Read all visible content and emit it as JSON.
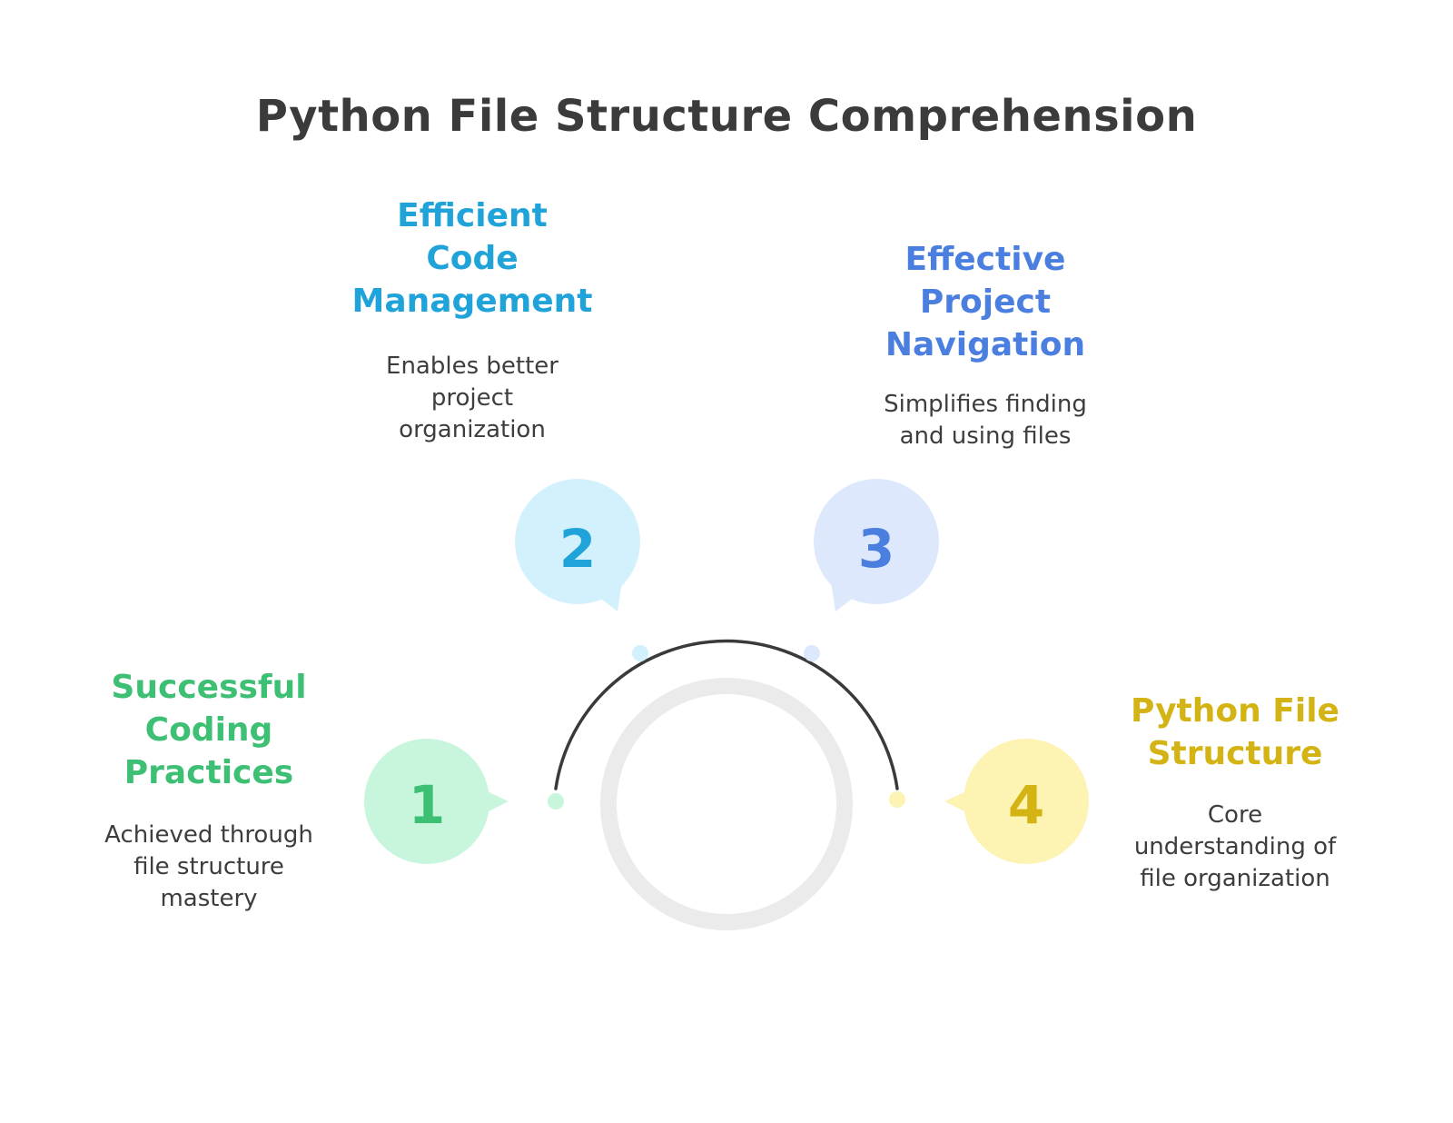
{
  "title": "Python File Structure Comprehension",
  "steps": [
    {
      "number": "1",
      "heading": "Successful\nCoding\nPractices",
      "description": "Achieved through\nfile structure\nmastery",
      "color": "#3dbf74",
      "fill": "#c8f6dc",
      "dot": "#c8f6dc"
    },
    {
      "number": "2",
      "heading": "Efficient\nCode\nManagement",
      "description": "Enables better\nproject\norganization",
      "color": "#1fa3d9",
      "fill": "#d2f1fc",
      "dot": "#d2f1fc"
    },
    {
      "number": "3",
      "heading": "Effective\nProject\nNavigation",
      "description": "Simplifies finding\nand using files",
      "color": "#4a7fe0",
      "fill": "#dde8fd",
      "dot": "#dde8fd"
    },
    {
      "number": "4",
      "heading": "Python File\nStructure",
      "description": "Core\nunderstanding of\nfile organization",
      "color": "#d4b414",
      "fill": "#fdf3b2",
      "dot": "#fdf3b2"
    }
  ]
}
